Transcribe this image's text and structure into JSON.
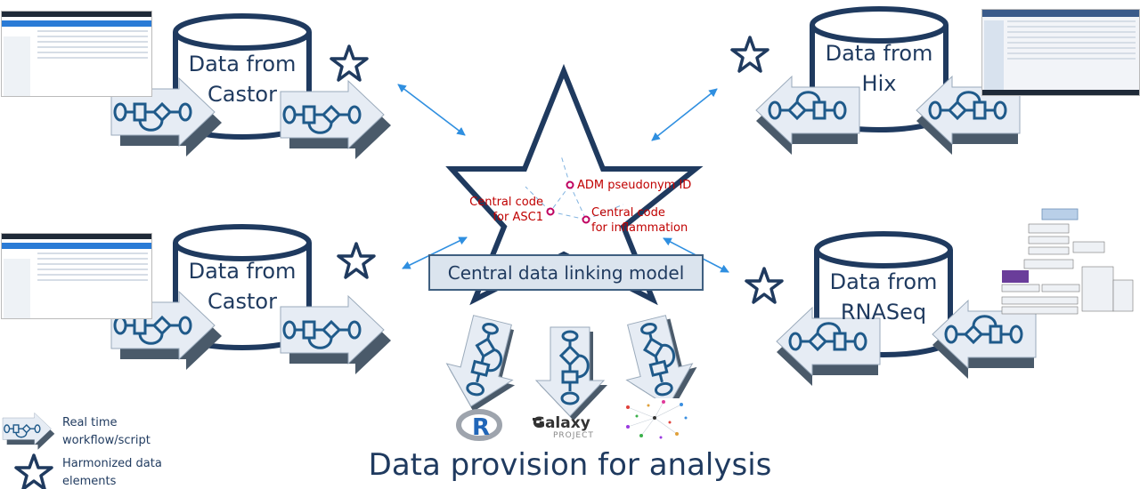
{
  "databases": [
    {
      "id": "castor-top",
      "label": "Data from\nCastor"
    },
    {
      "id": "hix",
      "label": "Data from\nHix"
    },
    {
      "id": "castor-bottom",
      "label": "Data from\nCastor"
    },
    {
      "id": "rnaseq",
      "label": "Data from\nRNASeq"
    }
  ],
  "central": {
    "box_label": "Central data linking model",
    "codes": [
      {
        "label": "ADM pseudonym ID"
      },
      {
        "label": "Central code\nfor ASC1"
      },
      {
        "label": "Central code\nfor inflammation"
      }
    ]
  },
  "tools": {
    "galaxy_label": "Galaxy",
    "galaxy_sub": "PROJECT",
    "r_label": "R"
  },
  "legend": {
    "workflow_label": "Real time\nworkflow/script",
    "harmonized_label": "Harmonized data\nelements"
  },
  "footer": {
    "title": "Data provision for analysis"
  },
  "colors": {
    "navy": "#1f3a5f",
    "arrow_fill": "#e6ecf4",
    "link_arrow": "#2f8fe0",
    "code_red": "#c00000"
  },
  "icons": {
    "star": "star-icon",
    "workflow": "workflow-arrow-icon",
    "database": "database-cylinder-icon"
  }
}
